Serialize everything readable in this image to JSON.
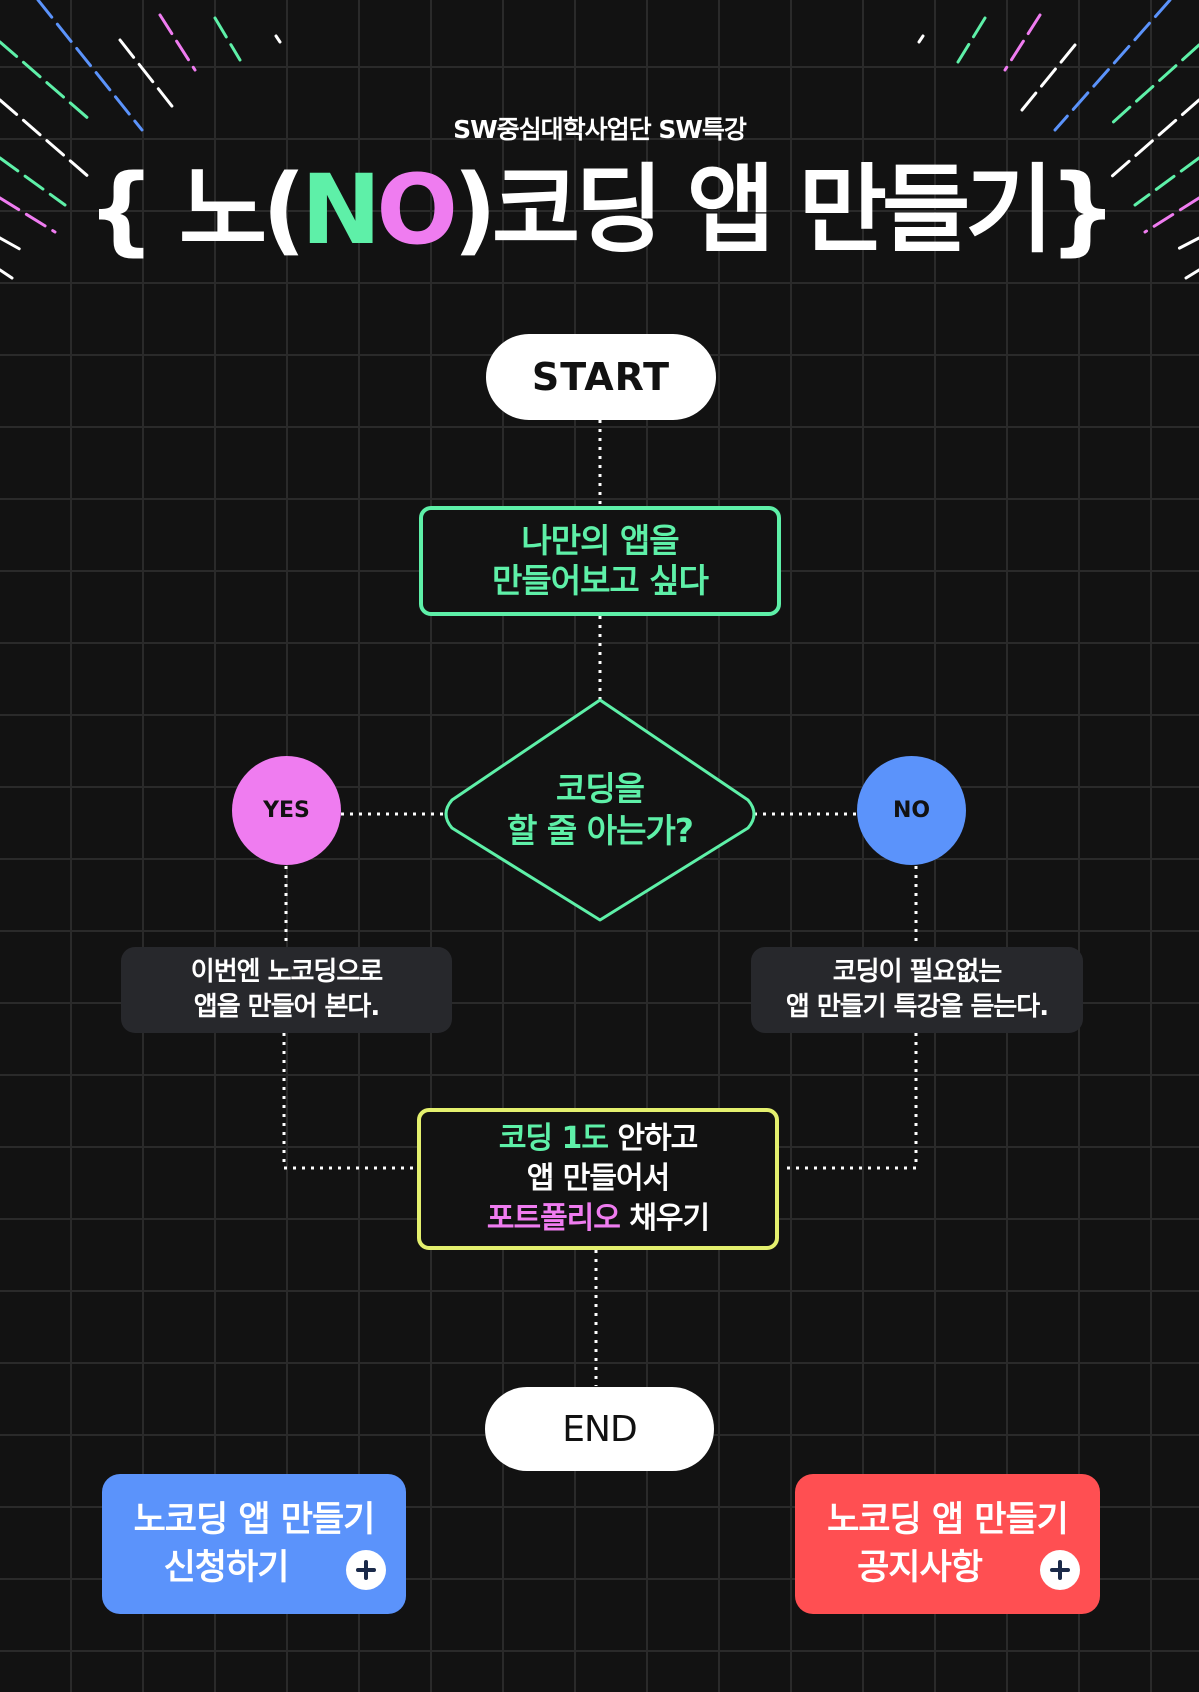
{
  "header": {
    "subtitle": "SW중심대학사업단 SW특강",
    "title_open": "{ 노(",
    "title_n": "N",
    "title_o": "O",
    "title_close": ")코딩 앱 만들기}"
  },
  "flow": {
    "start": "START",
    "step1": {
      "line1": "나만의 앱을",
      "line2": "만들어보고 싶다"
    },
    "decision": {
      "line1": "코딩을",
      "line2": "할 줄 아는가?"
    },
    "yes": "YES",
    "no": "NO",
    "yes_result": {
      "line1": "이번엔 노코딩으로",
      "line2": "앱을 만들어 본다."
    },
    "no_result": {
      "line1": "코딩이 필요없는",
      "line2": "앱 만들기 특강을 듣는다."
    },
    "outcome": {
      "l1_highlight": "코딩 1도",
      "l1_rest": " 안하고",
      "line2": "앱 만들어서",
      "l3_highlight": "포트폴리오",
      "l3_rest": " 채우기"
    },
    "end": "END"
  },
  "buttons": {
    "apply": {
      "line1": "노코딩 앱 만들기",
      "line2": "신청하기"
    },
    "notice": {
      "line1": "노코딩 앱 만들기",
      "line2": "공지사항"
    }
  },
  "icons": {
    "plus": "plus-icon",
    "burst": "burst-decoration"
  },
  "colors": {
    "background": "#121212",
    "green": "#5ef0a8",
    "pink": "#ef7cf0",
    "blue": "#5b93fb",
    "yellow": "#e4f06e",
    "red": "#ff4f52",
    "card": "#27282c"
  }
}
